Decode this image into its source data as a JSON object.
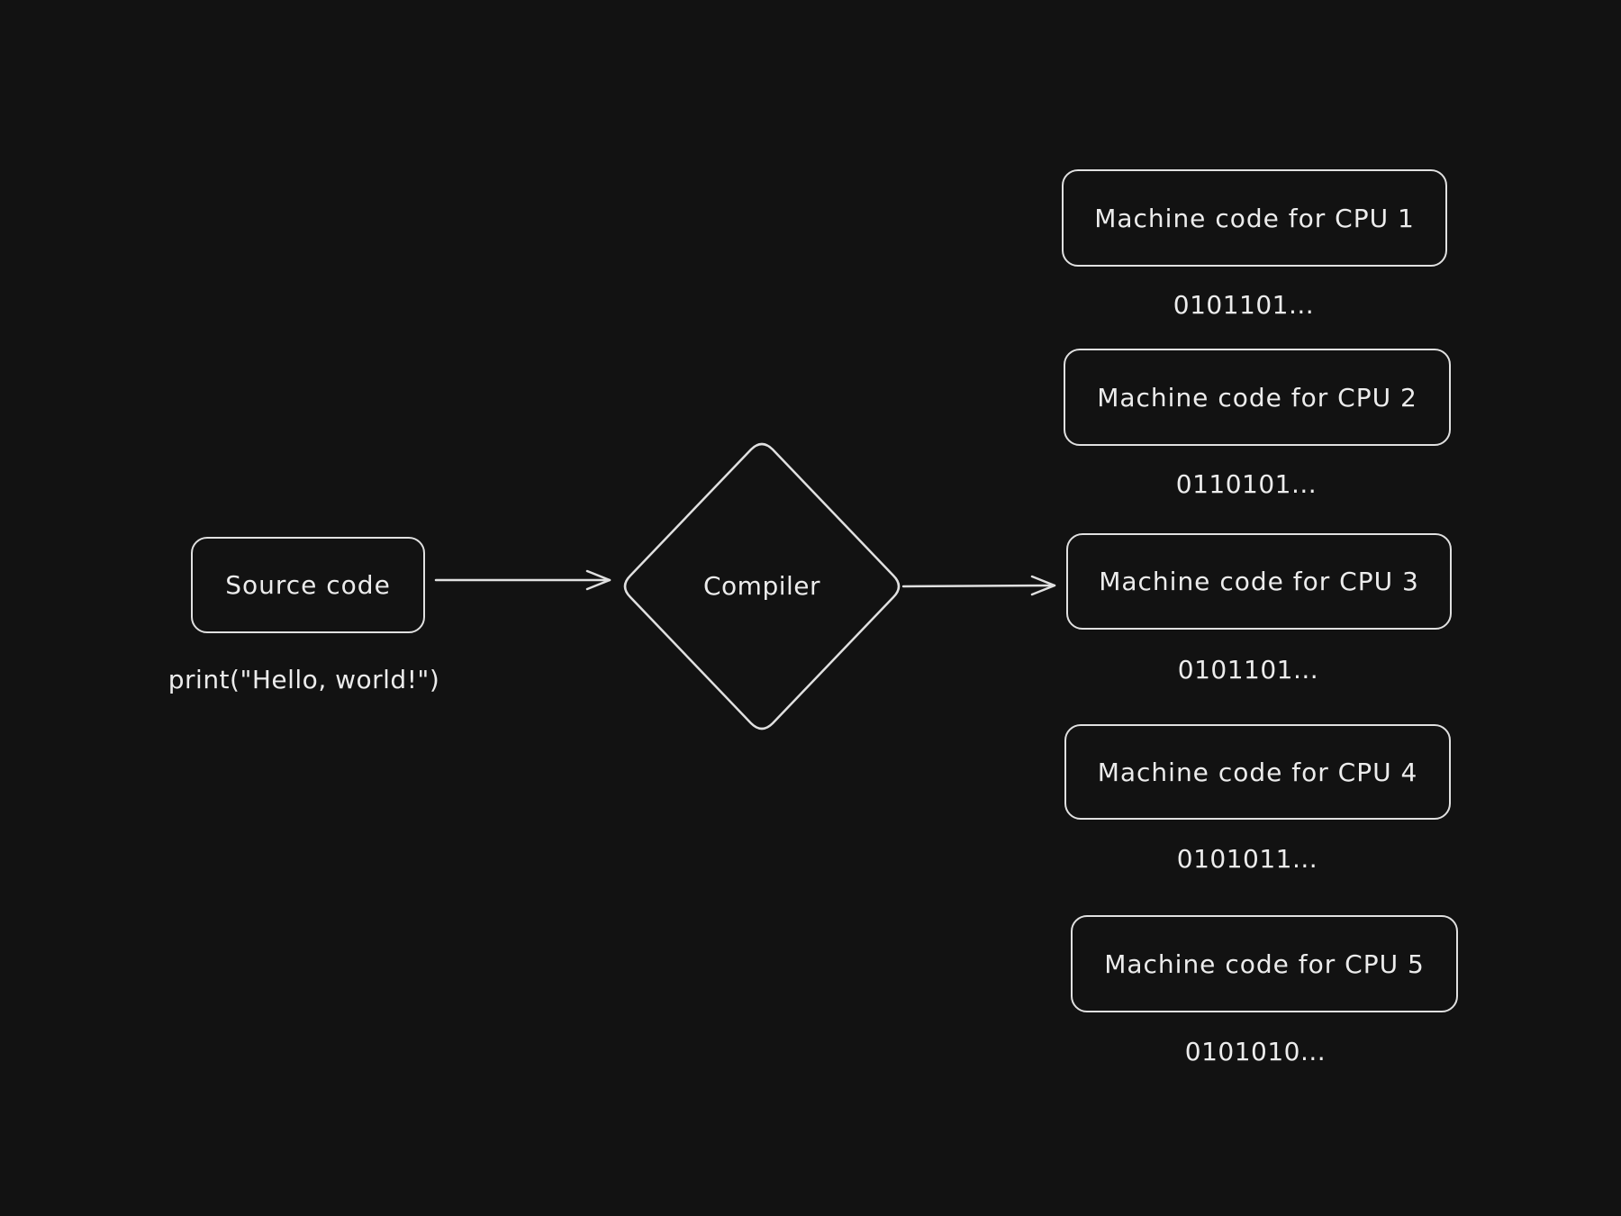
{
  "source": {
    "label": "Source code",
    "example": "print(\"Hello, world!\")"
  },
  "compiler": {
    "label": "Compiler"
  },
  "outputs": [
    {
      "label": "Machine code for CPU 1",
      "binary": "0101101..."
    },
    {
      "label": "Machine code for CPU 2",
      "binary": "0110101..."
    },
    {
      "label": "Machine code for CPU 3",
      "binary": "0101101..."
    },
    {
      "label": "Machine code for CPU 4",
      "binary": "0101011..."
    },
    {
      "label": "Machine code for CPU 5",
      "binary": "0101010..."
    }
  ],
  "colors": {
    "background": "#121212",
    "stroke": "#e0e0e0"
  }
}
